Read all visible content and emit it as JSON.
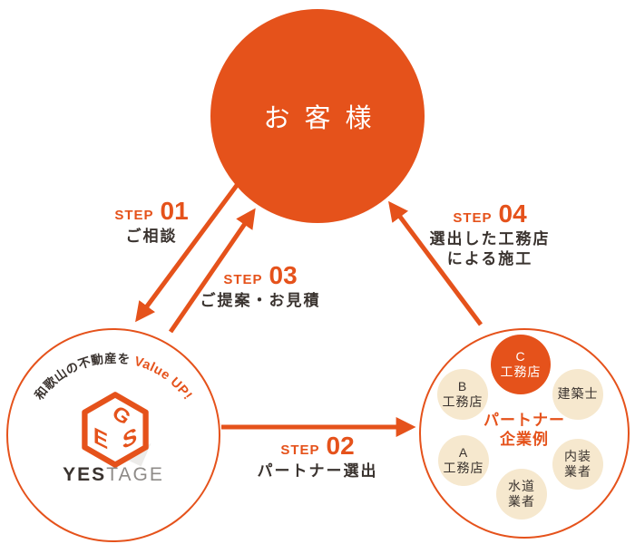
{
  "colors": {
    "orange": "#E5521B",
    "dark_text": "#3A332F",
    "beige": "#F6E8CE",
    "gray_text": "#8E8B88",
    "white": "#FFFFFF"
  },
  "customer": {
    "label": "お客様"
  },
  "yestage": {
    "tagline_jp": "和歌山の不動産を",
    "tagline_en": "Value UP!",
    "logo": {
      "top": "G",
      "left": "E",
      "right": "S"
    },
    "brand_bold": "YES",
    "brand_light": "TAGE"
  },
  "partners": {
    "title_line1": "パートナー",
    "title_line2": "企業例",
    "items": [
      {
        "id": "c",
        "line1": "C",
        "line2": "工務店",
        "highlight": true
      },
      {
        "id": "b",
        "line1": "B",
        "line2": "工務店",
        "highlight": false
      },
      {
        "id": "architect",
        "line1": "建築士",
        "line2": "",
        "highlight": false
      },
      {
        "id": "a",
        "line1": "A",
        "line2": "工務店",
        "highlight": false
      },
      {
        "id": "interior",
        "line1": "内装",
        "line2": "業者",
        "highlight": false
      },
      {
        "id": "plumbing",
        "line1": "水道",
        "line2": "業者",
        "highlight": false
      }
    ]
  },
  "steps": [
    {
      "label": "STEP",
      "number": "01",
      "text": "ご相談"
    },
    {
      "label": "STEP",
      "number": "02",
      "text": "パートナー選出"
    },
    {
      "label": "STEP",
      "number": "03",
      "text": "ご提案・お見積"
    },
    {
      "label": "STEP",
      "number": "04",
      "text": "選出した工務店",
      "text2": "による施工"
    }
  ]
}
